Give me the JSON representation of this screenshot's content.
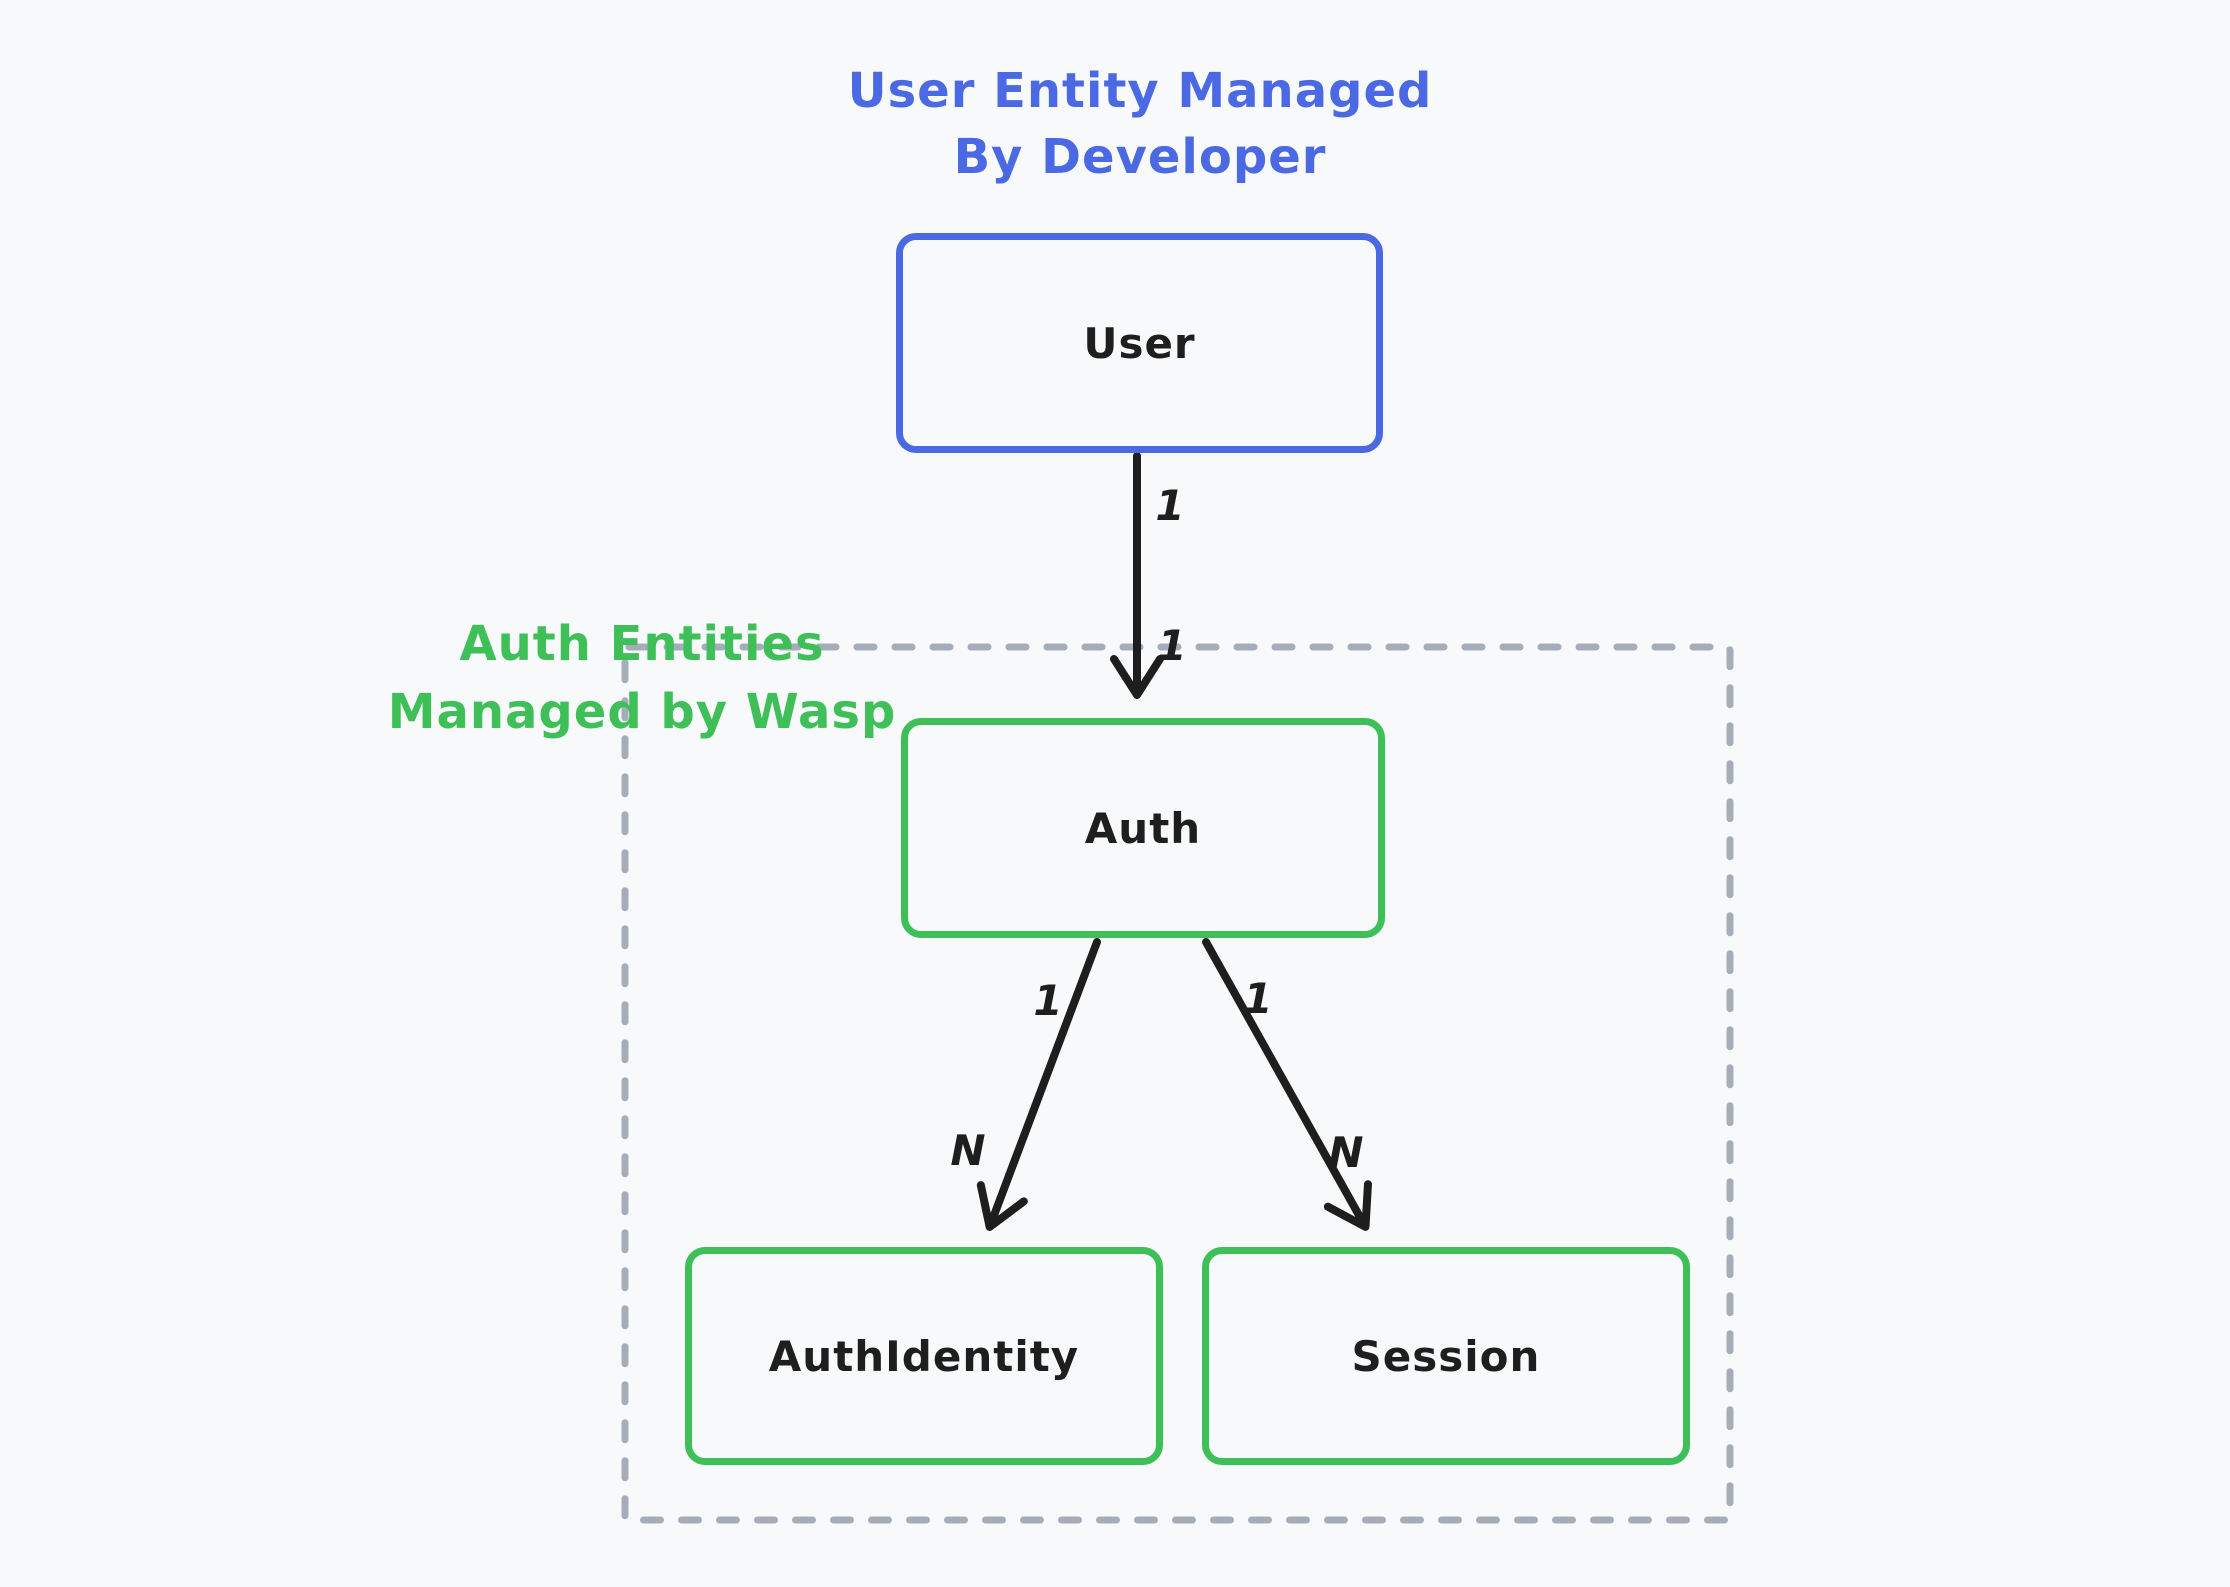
{
  "diagram": {
    "background": "#f8f9fb",
    "title": {
      "line1": "User Entity Managed",
      "line2": "By Developer"
    },
    "group_label": {
      "line1": "Auth Entities",
      "line2": "Managed by Wasp"
    },
    "nodes": {
      "user": {
        "label": "User"
      },
      "auth": {
        "label": "Auth"
      },
      "auth_identity": {
        "label": "AuthIdentity"
      },
      "session": {
        "label": "Session"
      }
    },
    "edges": {
      "user_auth": {
        "source": "1",
        "target": "1"
      },
      "auth_identity": {
        "source": "1",
        "target": "N"
      },
      "auth_session": {
        "source": "1",
        "target": "N"
      }
    },
    "colors": {
      "user_accent": "#4a69e2",
      "wasp_accent": "#3fbf57",
      "stroke": "#1e1e1e",
      "group_border": "#a5aeb8",
      "background": "#f8f9fb"
    }
  }
}
